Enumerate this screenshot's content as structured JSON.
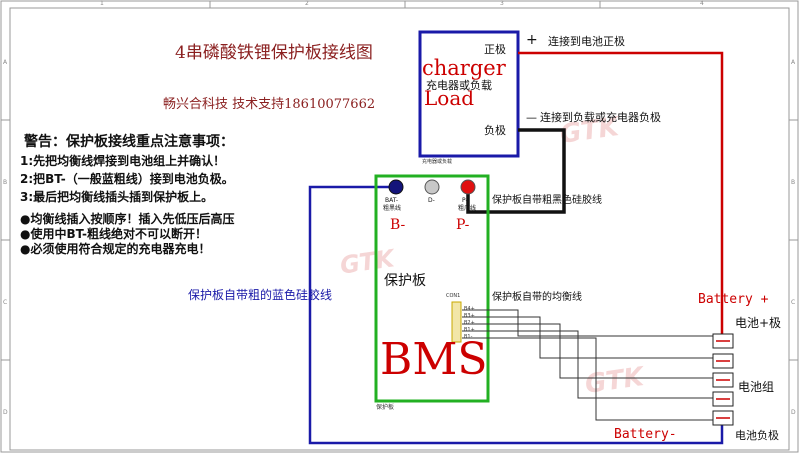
{
  "frame": {
    "top_ruler": [
      "1",
      "2",
      "3",
      "4"
    ],
    "left_ruler": [
      "A",
      "B",
      "C",
      "D"
    ],
    "right_ruler": [
      "A",
      "B",
      "C",
      "D"
    ]
  },
  "title": "4串磷酸铁锂保护板接线图",
  "company": "畅兴合科技 技术支持18610077662",
  "warnings": {
    "heading": "警告：保护板接线重点注意事项：",
    "items": [
      "1:先把均衡线焊接到电池组上并确认！",
      "2:把BT-（一般蓝粗线）接到电池负极。",
      "3:最后把均衡线插头插到保护板上。",
      "●均衡线插入按顺序！插入先低压后高压",
      "●使用中BT-粗线绝对不可以断开！",
      "●必须使用符合规定的充电器充电！"
    ]
  },
  "charger": {
    "title_en": "charger",
    "title_en2": "Load",
    "title_cn": "充电器或负载",
    "positive": "正极",
    "negative": "负极",
    "caption": "充电器或负载"
  },
  "annotations": {
    "plus_sign": "+",
    "to_battery_pos": "连接到电池正极",
    "minus_sign": "—",
    "to_load_neg": "连接到负载或充电器负极",
    "black_wire": "保护板自带粗黑色硅胶线",
    "blue_wire": "保护板自带粗的蓝色硅胶线",
    "balance_wire": "保护板自带的均衡线",
    "battery_plus": "Battery +",
    "battery_pos_cn": "电池+极",
    "battery_pack": "电池组",
    "battery_minus": "Battery-",
    "battery_neg_cn": "电池负极",
    "watermark": "GTK"
  },
  "bms": {
    "pad_bminus_label": "BAT-",
    "pad_bminus_sub": "粗黑线",
    "pad_d_label": "D-",
    "pad_p_label": "P-",
    "pad_p_sub": "粗广线",
    "b_minus": "B-",
    "p_minus": "P-",
    "board_cn": "保护板",
    "big_label": "BMS",
    "connector_title": "CON1",
    "connector_pins": [
      "B4+",
      "B3+",
      "B2+",
      "B1+",
      "B1-"
    ],
    "caption": "保护板"
  },
  "colors": {
    "blue": "#1a1aa8",
    "red": "#cc0000",
    "green": "#22b022",
    "black": "#111111",
    "title_red": "#8b2020"
  }
}
